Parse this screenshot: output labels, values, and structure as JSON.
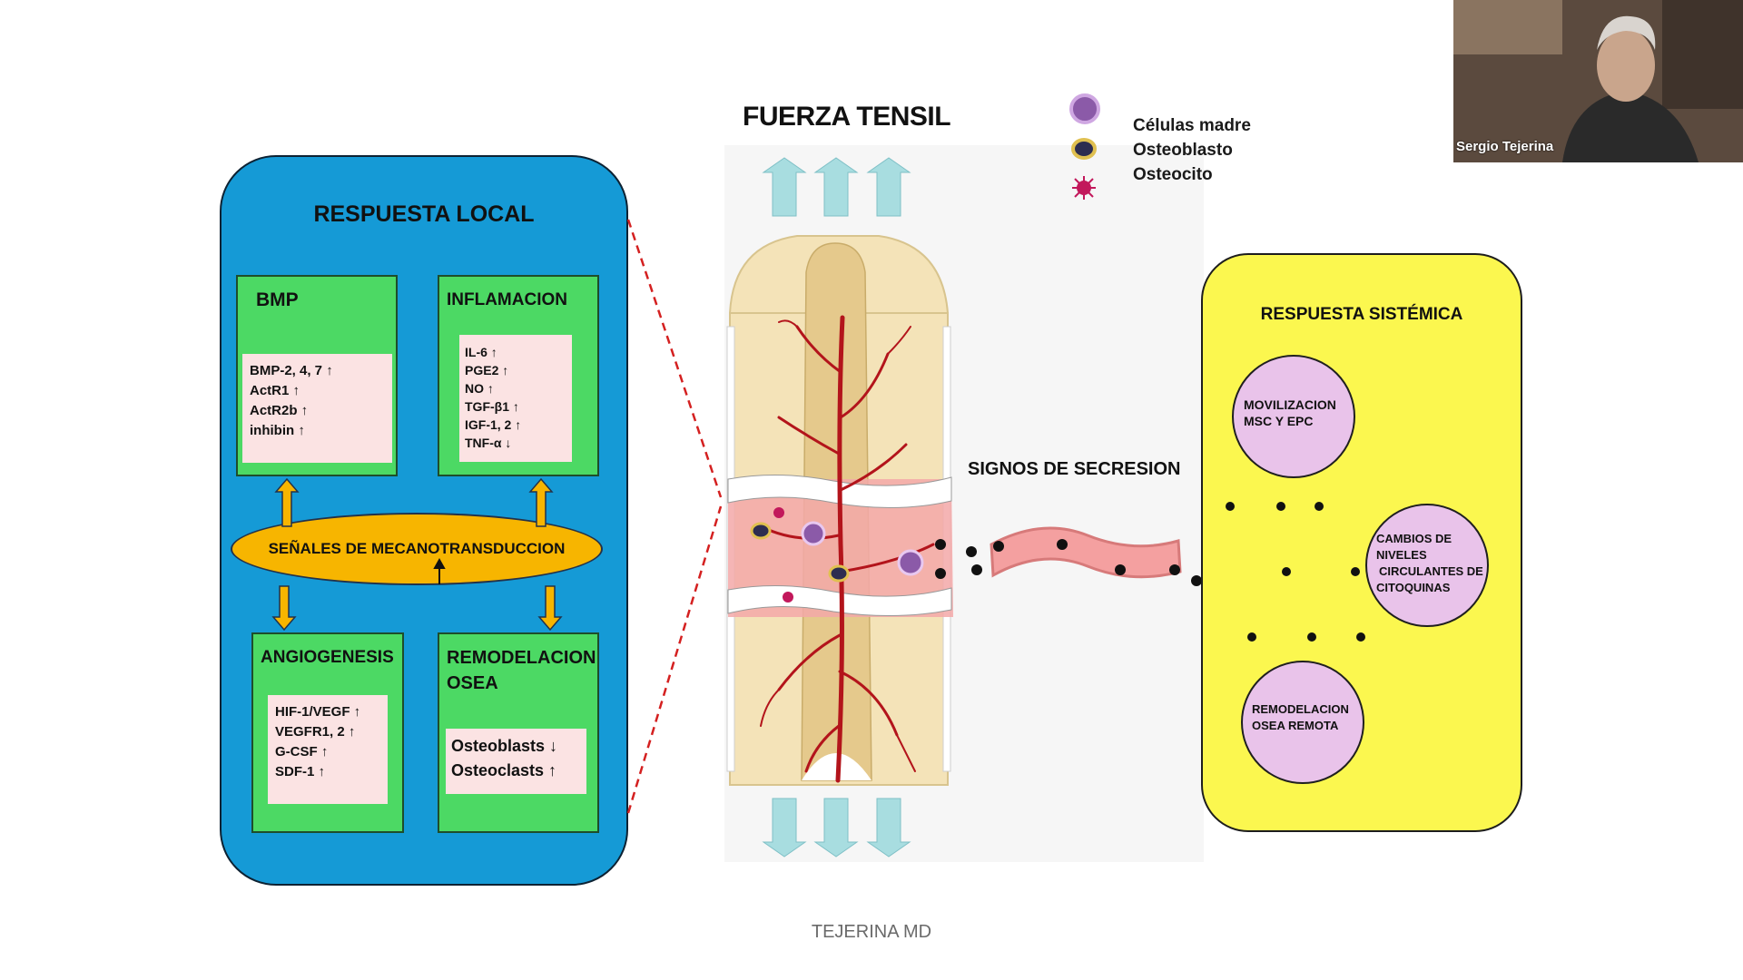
{
  "local": {
    "title": "RESPUESTA LOCAL",
    "bmp": {
      "title": "BMP",
      "items": [
        "BMP-2, 4, 7 ↑",
        "ActR1 ↑",
        "ActR2b ↑",
        "inhibin ↑"
      ]
    },
    "inflammation": {
      "title": "INFLAMACION",
      "items": [
        "IL-6 ↑",
        "PGE2 ↑",
        "NO ↑",
        "TGF-β1 ↑",
        "IGF-1, 2 ↑",
        "TNF-α ↓"
      ]
    },
    "mechanotransduction": "SEÑALES DE MECANOTRANSDUCCION",
    "angiogenesis": {
      "title": "ANGIOGENESIS",
      "items": [
        "HIF-1/VEGF ↑",
        "VEGFR1, 2 ↑",
        "G-CSF ↑",
        "SDF-1 ↑"
      ]
    },
    "remodeling": {
      "title_line1": "REMODELACION",
      "title_line2": "OSEA",
      "items": [
        "Osteoblasts ↓",
        "Osteoclasts ↑"
      ]
    }
  },
  "center": {
    "title": "FUERZA TENSIL",
    "secretion_label": "SIGNOS DE SECRESION"
  },
  "legend": {
    "items": [
      {
        "label": "Células madre",
        "icon": "stem-cell-icon"
      },
      {
        "label": "Osteoblasto",
        "icon": "osteoblast-icon"
      },
      {
        "label": "Osteocito",
        "icon": "osteocyte-icon"
      }
    ]
  },
  "systemic": {
    "title": "RESPUESTA SISTÉMICA",
    "mobilization": [
      "MOVILIZACION",
      "MSC Y EPC"
    ],
    "cytokines": [
      "CAMBIOS DE",
      "NIVELES",
      "CIRCULANTES DE",
      "CITOQUINAS"
    ],
    "remote": [
      "REMODELACION",
      "OSEA REMOTA"
    ]
  },
  "video": {
    "participant_name": "Sergio Tejerina"
  },
  "footer": "TEJERINA MD",
  "colors": {
    "local_panel": "#159ad6",
    "green_box": "#4cd964",
    "pink_box": "#fbe3e3",
    "mechano_ellipse": "#f7b500",
    "systemic_panel": "#fbf74f",
    "circle": "#e9c3ea",
    "arrow_blue": "#a8dde0",
    "blood_vessel": "#b3141b",
    "bone": "#f4e3b8"
  }
}
